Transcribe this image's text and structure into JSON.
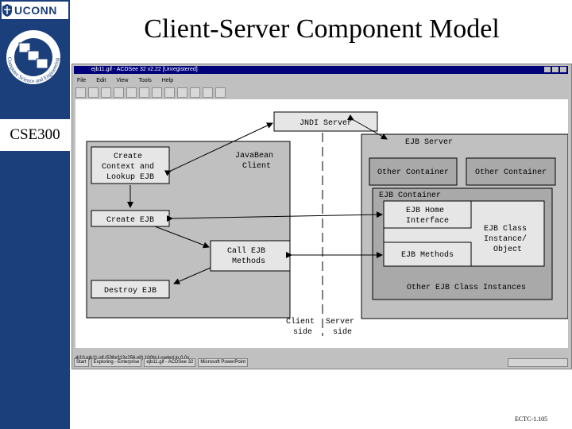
{
  "brand": {
    "name": "UCONN",
    "department_text": "Computer Science and Engineering",
    "course_code": "CSE300"
  },
  "slide": {
    "title": "Client-Server Component Model",
    "footer": "ECTC-1.105"
  },
  "window": {
    "title": "ejb11.gif - ACDSee 32 v2.22 [Unregistered]",
    "menu": [
      "File",
      "Edit",
      "View",
      "Tools",
      "Help"
    ],
    "status_text": "4/10   ejb11.gif (538x313x256 gif)  100%   Loaded in 0.0s",
    "taskbar": [
      "Start",
      "Exploring - Enterprise",
      "ejb11.gif - ACDSee 32",
      "Microsoft PowerPoint"
    ]
  },
  "diagram": {
    "jndi": "JNDI Server",
    "client_boxes": {
      "create_context": [
        "Create",
        "Context and",
        "Lookup EJB"
      ],
      "create_ejb": "Create EJB",
      "call_methods": [
        "Call EJB",
        "Methods"
      ],
      "destroy_ejb": "Destroy EJB"
    },
    "javabean": [
      "JavaBean",
      "Client"
    ],
    "ejb_server": "EJB Server",
    "other_container_left": "Other Container",
    "other_container_right": "Other Container",
    "ejb_container": "EJB Container",
    "ejb_home": [
      "EJB Home",
      "Interface"
    ],
    "ejb_methods": "EJB Methods",
    "ejb_class": [
      "EJB Class",
      "Instance/",
      "Object"
    ],
    "other_instances": "Other EJB Class Instances",
    "client_side": [
      "Client",
      "side"
    ],
    "server_side": [
      "Server",
      "side"
    ]
  },
  "colors": {
    "sidebar": "#1a3f7a",
    "titlebar": "#00007b",
    "panel": "#c0c0c0",
    "container": "#a9a9a9",
    "inner_box": "#e6e6e6"
  }
}
